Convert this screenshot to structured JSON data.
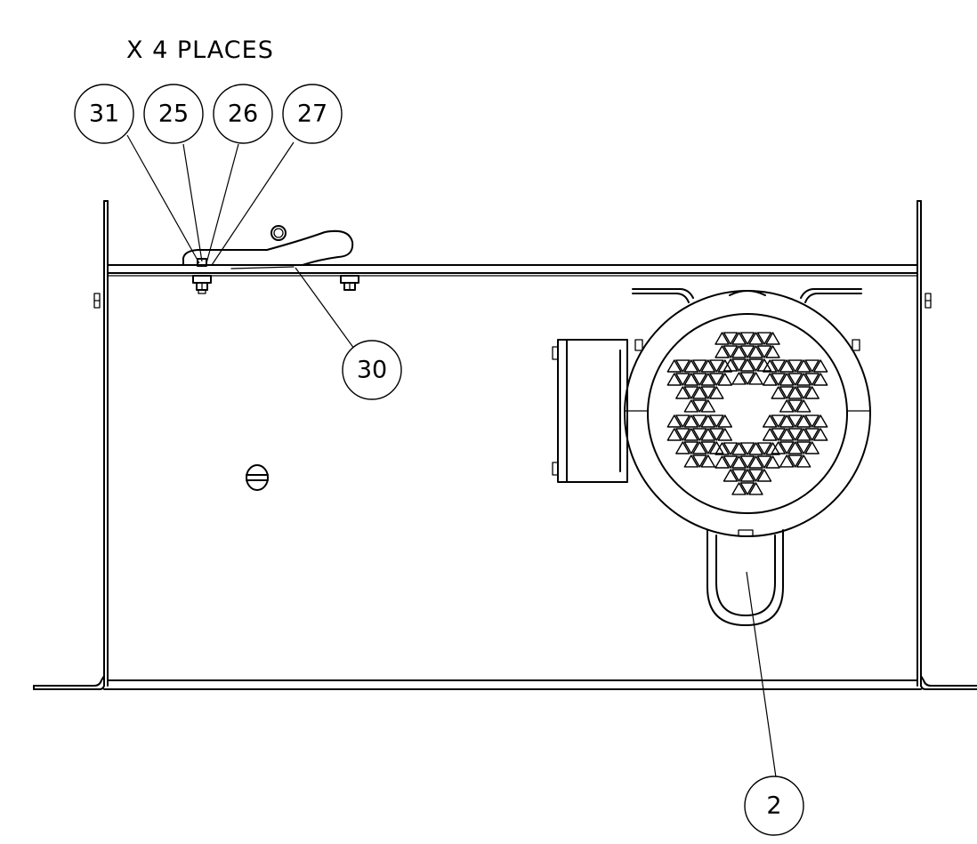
{
  "drawing": {
    "note": "X 4 PLACES",
    "balloons": [
      {
        "id": "balloon-31",
        "label": "31"
      },
      {
        "id": "balloon-25",
        "label": "25"
      },
      {
        "id": "balloon-26",
        "label": "26"
      },
      {
        "id": "balloon-27",
        "label": "27"
      },
      {
        "id": "balloon-30",
        "label": "30"
      },
      {
        "id": "balloon-2",
        "label": "2"
      }
    ]
  }
}
